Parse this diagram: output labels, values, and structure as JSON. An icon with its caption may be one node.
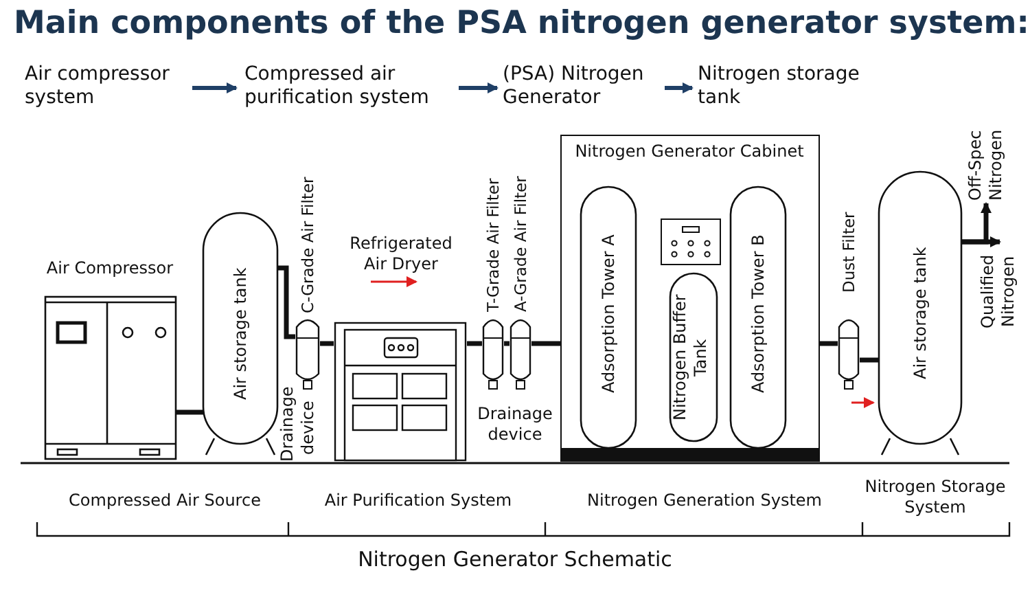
{
  "diagram": {
    "title": "Main components of the PSA nitrogen generator system:",
    "nodes": [
      {
        "text": [
          "Air compressor system"
        ]
      },
      {
        "text": [
          "Compressed air purification system"
        ]
      },
      {
        "text": [
          "(PSA) Nitrogen Generator"
        ]
      },
      {
        "text": [
          "Nitrogen storage tank"
        ]
      },
      {
        "text": [
          "Air Compressor"
        ]
      },
      {
        "text": [
          "Air storage tank"
        ]
      },
      {
        "text": [
          "C-Grade Air Filter"
        ],
        "beside": [
          "Drainage device"
        ]
      },
      {
        "text": [
          "Refrigerated Air Dryer"
        ]
      },
      {
        "text": [
          "T-Grade Air Filter"
        ],
        "beside": [
          "Drainage device"
        ]
      },
      {
        "text": [
          "A-Grade Air Filter"
        ]
      },
      {
        "text": [
          "Nitrogen Generator Cabinet"
        ]
      },
      {
        "text": [
          "Adsorption Tower A"
        ],
        "in": 10
      },
      {
        "text": [
          "Nitrogen Buffer Tank"
        ],
        "in": 10
      },
      {
        "text": [
          "Adsorption Tower B"
        ],
        "in": 10
      },
      {
        "text": [
          "Dust Filter"
        ]
      },
      {
        "text": [
          "Air storage tank"
        ]
      },
      {
        "text": [
          "Off-Spec Nitrogen"
        ]
      },
      {
        "text": [
          "Qualified Nitrogen"
        ]
      }
    ],
    "edges": [
      {
        "from": 0,
        "to": 1,
        "arrow": "to"
      },
      {
        "from": 1,
        "to": 2,
        "arrow": "to"
      },
      {
        "from": 2,
        "to": 3,
        "arrow": "to"
      },
      {
        "from": 4,
        "to": 5,
        "arrow": "none"
      },
      {
        "from": 5,
        "to": 6,
        "arrow": "none"
      },
      {
        "from": 6,
        "to": 7,
        "arrow": "none"
      },
      {
        "from": 7,
        "to": 8,
        "arrow": "none"
      },
      {
        "from": 8,
        "to": 9,
        "arrow": "none"
      },
      {
        "from": 9,
        "to": 10,
        "arrow": "none"
      },
      {
        "from": 10,
        "to": 14,
        "arrow": "none"
      },
      {
        "from": 14,
        "to": 15,
        "arrow": "none"
      },
      {
        "from": 15,
        "to": 16,
        "arrow": "to"
      },
      {
        "from": 15,
        "to": 17,
        "arrow": "to"
      }
    ],
    "labels": [
      "Compressed Air Source",
      "Air Purification System",
      "Nitrogen Generation System",
      "Nitrogen Storage System",
      "Nitrogen Generator Schematic"
    ]
  }
}
